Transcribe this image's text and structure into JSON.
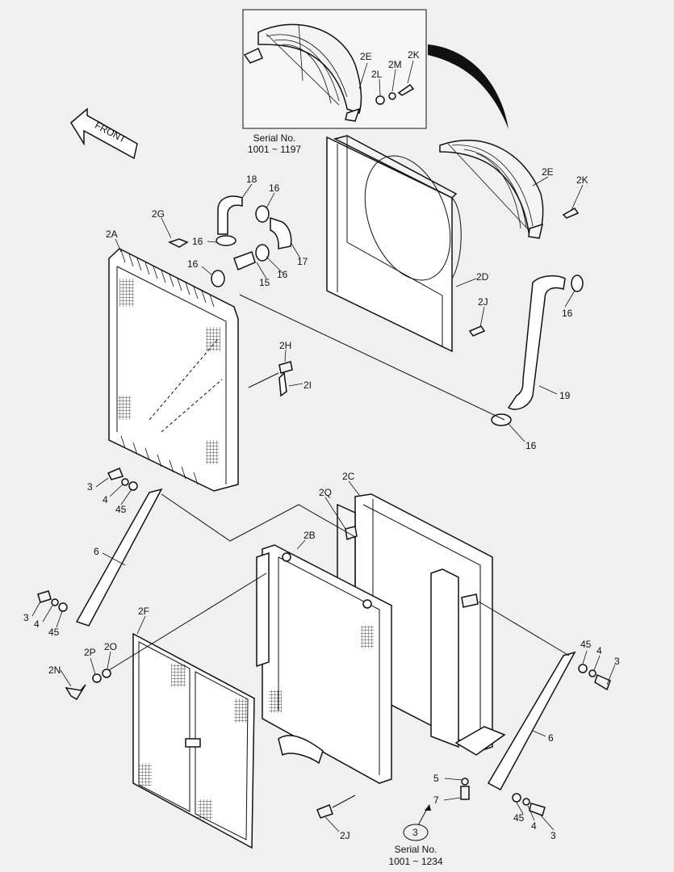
{
  "inset": {
    "serial_label": "Serial No.",
    "serial_range": "1001 ~ 1197"
  },
  "front_arrow": {
    "label": "FRONT"
  },
  "footer_note": {
    "ref": "3",
    "serial_label": "Serial No.",
    "serial_range": "1001 ~ 1234"
  },
  "callouts": {
    "inset_2E": "2E",
    "inset_2L": "2L",
    "inset_2M": "2M",
    "inset_2K": "2K",
    "shroud_2E": "2E",
    "shroud_2K": "2K",
    "hose_18": "18",
    "clamp_16a": "16",
    "cap_2G": "2G",
    "radiator_2A": "2A",
    "clamp_16b": "16",
    "hose_17": "17",
    "clamp_16c": "16",
    "pipe_15": "15",
    "clamp_16d": "16",
    "frame_2D": "2D",
    "bolt_2J": "2J",
    "clamp_16e": "16",
    "bracket_2H": "2H",
    "hose_2I": "2I",
    "hose_19": "19",
    "clamp_16f": "16",
    "frame_2C": "2C",
    "bracket_2Q": "2Q",
    "bolt_3a": "3",
    "washer_4a": "4",
    "washer_45a": "45",
    "stay_6a": "6",
    "cooler_2B": "2B",
    "screen_2F": "2F",
    "bolt_3b": "3",
    "washer_4b": "4",
    "washer_45b": "45",
    "washer_45c": "45",
    "washer_4c": "4",
    "bolt_3c": "3",
    "washer_2P": "2P",
    "washer_2O": "2O",
    "wingbolt_2N": "2N",
    "stay_6b": "6",
    "washer_5": "5",
    "bolt_7": "7",
    "washer_45d": "45",
    "washer_4d": "4",
    "bolt_3d": "3",
    "bolt_2J_b": "2J"
  }
}
